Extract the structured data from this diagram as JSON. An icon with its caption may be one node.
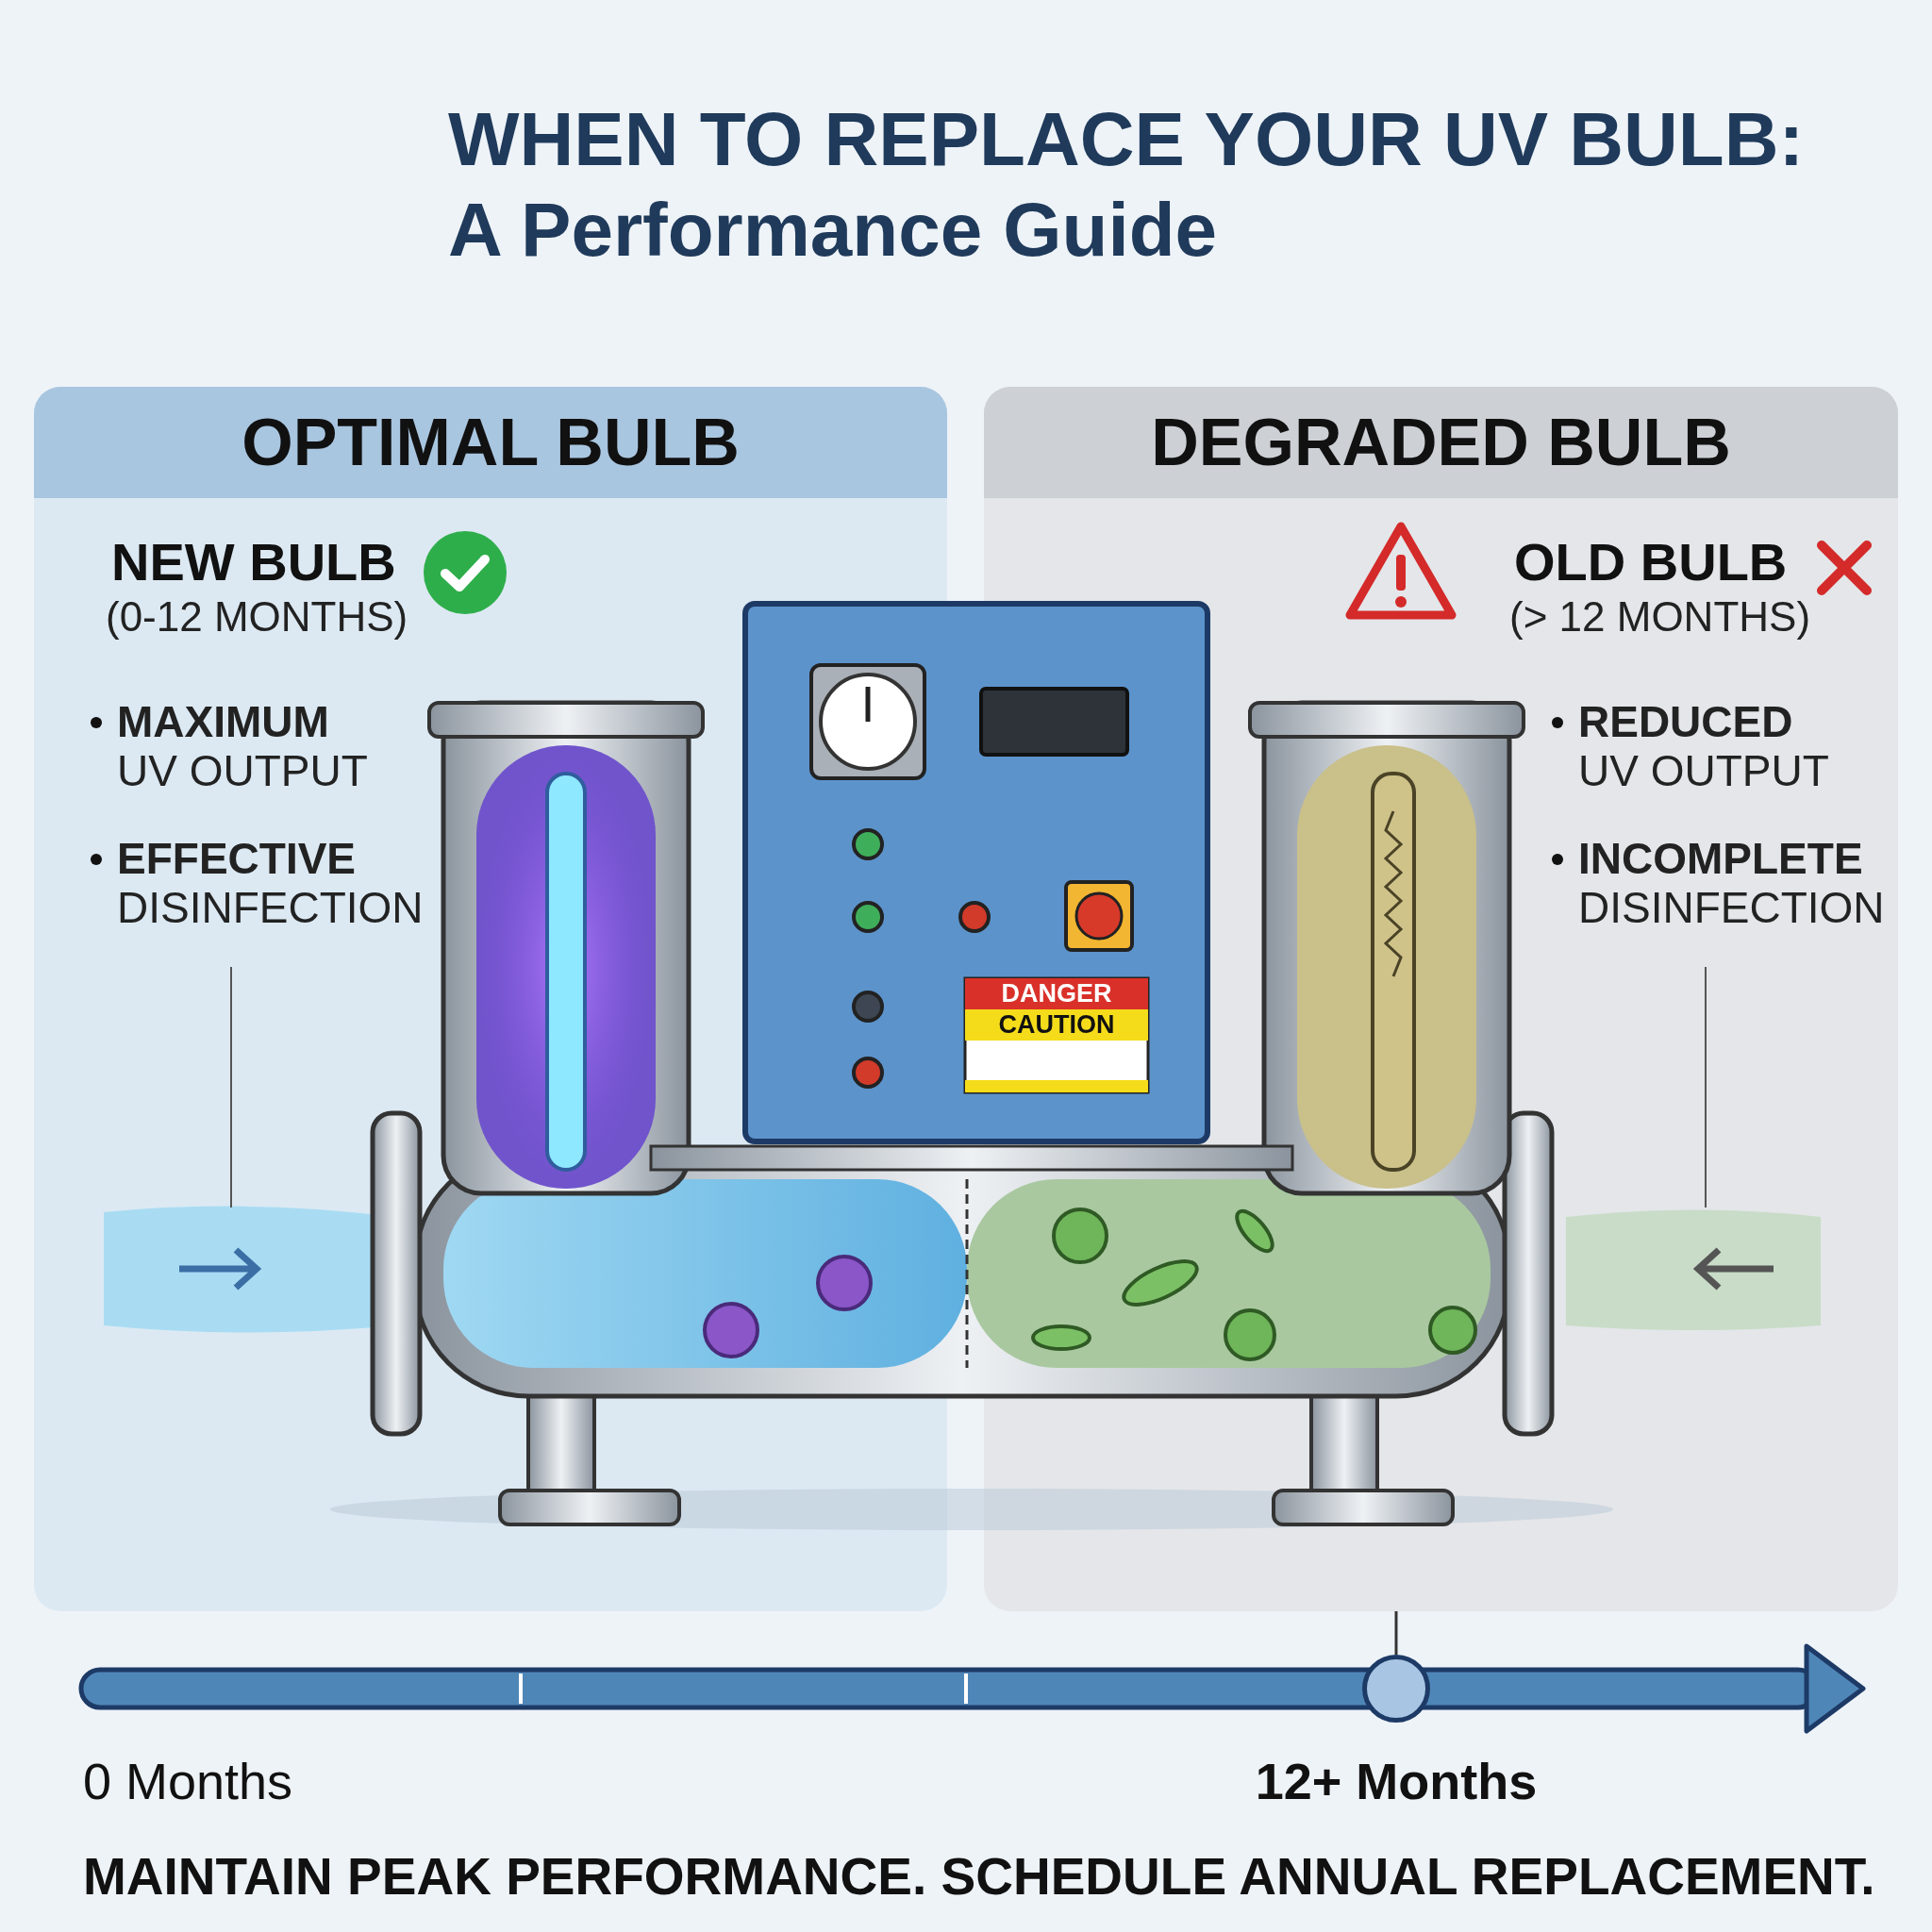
{
  "diagram": {
    "title": "WHEN TO REPLACE YOUR UV BULB: A Performance Guide",
    "caption": "MAINTAIN PEAK PERFORMANCE. SCHEDULE ANNUAL REPLACEMENT.",
    "nodes": [
      {
        "text": [
          "OPTIMAL BULB",
          "NEW BULB",
          "(0-12 MONTHS)",
          "**MAXIMUM** UV OUTPUT",
          "**EFFECTIVE** DISINFECTION"
        ]
      },
      {
        "text": [
          "DEGRADED BULB",
          "OLD BULB",
          "(> 12 MONTHS)",
          "**REDUCED** UV OUTPUT",
          "**INCOMPLETE** DISINFECTION"
        ]
      },
      {
        "text": [],
        "shape": "circle"
      }
    ],
    "edges": [
      {
        "from": 2,
        "to": 1,
        "arrow": "none"
      }
    ],
    "labels": [
      "DANGER",
      "CAUTION",
      "0 Months",
      "12+ Months"
    ]
  }
}
